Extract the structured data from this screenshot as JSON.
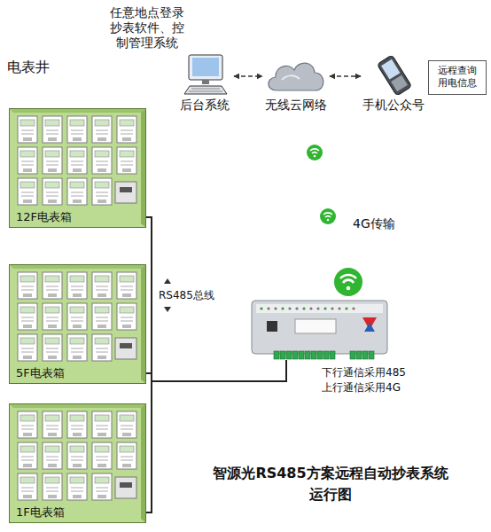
{
  "diagram": {
    "caption": "智源光RS485方案远程自动抄表系统运行图",
    "nodes": [
      {
        "text": [
          "后台系统"
        ]
      },
      {
        "text": [
          "无线云网络"
        ]
      },
      {
        "text": [
          "手机公众号"
        ]
      },
      {
        "text": [
          "远程查询用电信息"
        ]
      },
      {
        "text": [
          "12F电表箱"
        ]
      },
      {
        "text": [
          "5F电表箱"
        ]
      },
      {
        "text": [
          "1F电表箱"
        ]
      },
      {
        "text": [
          "下行通信采用485 上行通信采用4G"
        ]
      }
    ],
    "edges": [
      {
        "from": 0,
        "to": 1,
        "arrow": "both"
      },
      {
        "from": 1,
        "to": 2,
        "arrow": "both"
      },
      {
        "from": 4,
        "to": 7,
        "arrow": "none"
      },
      {
        "from": 5,
        "to": 7,
        "arrow": "none"
      },
      {
        "from": 6,
        "to": 7,
        "arrow": "none"
      }
    ],
    "labels": [
      "电表井",
      "任意地点登录抄表软件、控制管理系统",
      "RS485总线",
      "4G传输"
    ]
  }
}
